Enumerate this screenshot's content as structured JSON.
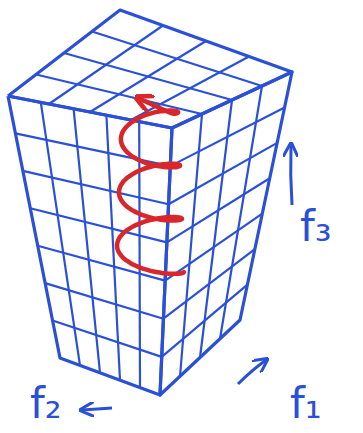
{
  "diagram": {
    "labels": [
      "f₃",
      "f₂",
      "f₁"
    ]
  }
}
